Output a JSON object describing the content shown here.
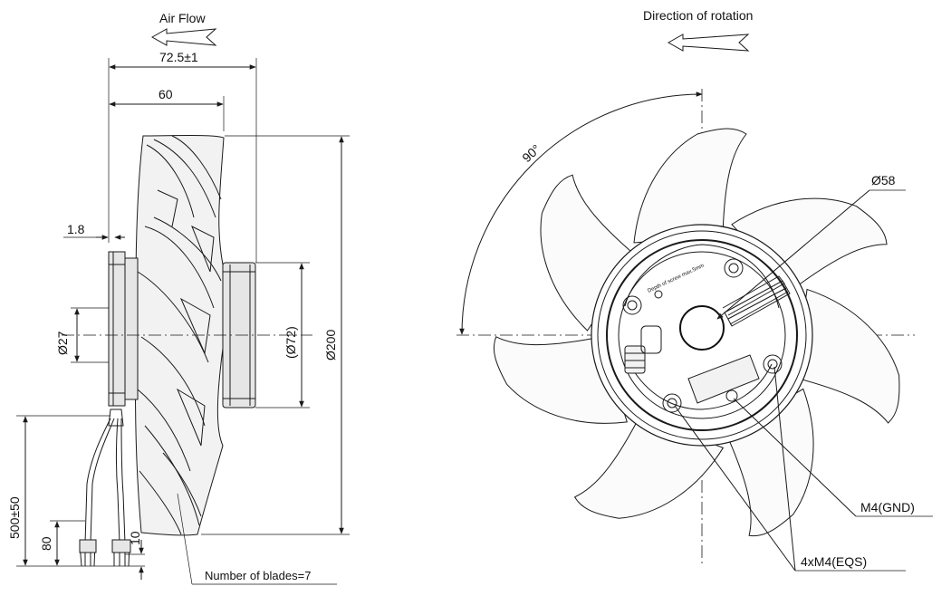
{
  "side_view": {
    "airflow_label": "Air Flow",
    "dim_overall_length": "72.5±1",
    "dim_hub_length": "60",
    "dim_flange": "1.8",
    "dim_shaft_dia": "Ø27",
    "dim_rotor_dia": "(Ø72)",
    "dim_outer_dia": "Ø200",
    "dim_lead_length": "500±50",
    "dim_strip_80": "80",
    "dim_strip_10": "10",
    "blades_note": "Number of blades=7"
  },
  "front_view": {
    "rotation_label": "Direction of rotation",
    "angle_label": "90°",
    "hub_dia_label": "Ø58",
    "gnd_label": "M4(GND)",
    "eqs_label": "4xM4(EQS)",
    "depth_note": "Depth of screw max.5mm",
    "blade_count": 7
  },
  "colors": {
    "line": "#1a1a1a",
    "background": "#ffffff"
  }
}
